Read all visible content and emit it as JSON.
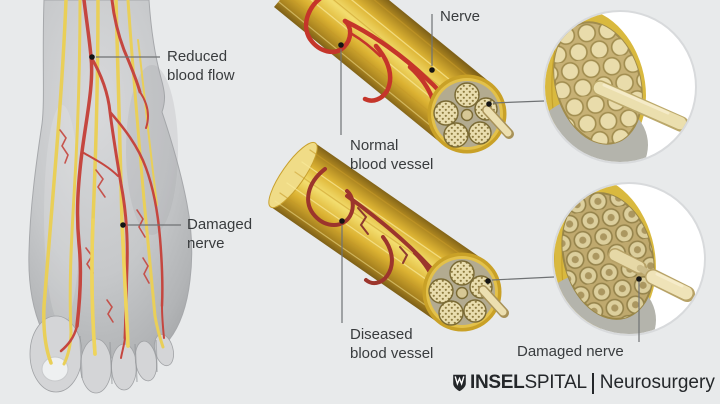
{
  "colors": {
    "background": "#e8eaeb",
    "nerve_yellow": "#e8c33f",
    "vessel_red": "#c5352a",
    "diseased_vessel_red": "#9c352c",
    "fascicle_cream": "#e9dcab",
    "foot_gray": "#c6c8ca",
    "text": "#393c3e"
  },
  "foot_panel": {
    "labels": {
      "reduced_blood_flow": {
        "line1": "Reduced",
        "line2": "blood flow"
      },
      "damaged_nerve": {
        "line1": "Damaged",
        "line2": "nerve"
      }
    }
  },
  "normal_nerve_panel": {
    "labels": {
      "nerve": "Nerve",
      "normal_blood_vessel": {
        "line1": "Normal",
        "line2": "blood vessel"
      }
    }
  },
  "diseased_nerve_panel": {
    "labels": {
      "diseased_blood_vessel": {
        "line1": "Diseased",
        "line2": "blood vessel"
      },
      "damaged_nerve": "Damaged nerve"
    }
  },
  "logo": {
    "name_bold": "INSEL",
    "name_light": "SPITAL",
    "department": "Neurosurgery"
  }
}
